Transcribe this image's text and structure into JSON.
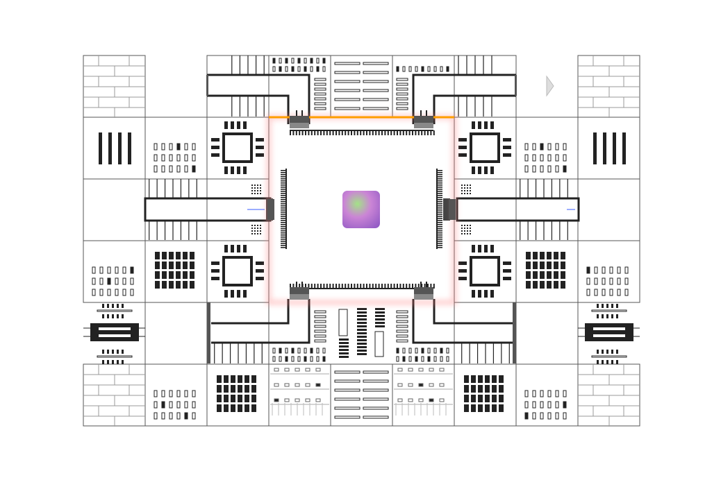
{
  "puzzle": {
    "grid": {
      "columns": 9,
      "rows": 6
    },
    "corner_tiles": [
      {
        "id": "top-left"
      },
      {
        "id": "top-right"
      },
      {
        "id": "bottom-left"
      },
      {
        "id": "bottom-right"
      }
    ],
    "cursor_icon": "play-arrow-icon",
    "center_piece": {
      "kind": "gradient-square",
      "colors": [
        "#8fd07a",
        "#c979d8",
        "#9a5fc9"
      ]
    }
  },
  "colors": {
    "line": "#222222",
    "frame_gradient": [
      "#ff9a00",
      "#f2b500",
      "#b000ff",
      "#3355cc",
      "#35b0a0",
      "#ffb000"
    ],
    "glow": "#ff8080",
    "accent_blue": "#5a78ff"
  }
}
